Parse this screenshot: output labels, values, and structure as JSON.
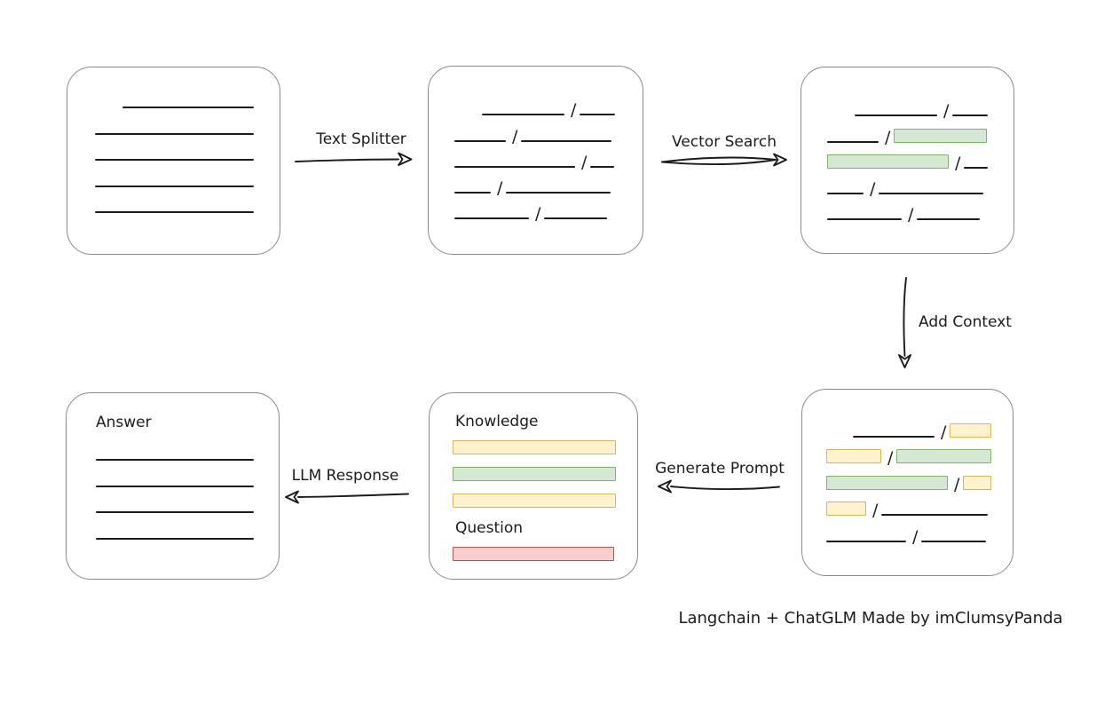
{
  "labels": {
    "text_splitter": "Text Splitter",
    "vector_search": "Vector Search",
    "add_context": "Add Context",
    "generate_prompt": "Generate Prompt",
    "llm_response": "LLM Response",
    "knowledge": "Knowledge",
    "question": "Question",
    "answer": "Answer"
  },
  "footer": {
    "credit": "Langchain + ChatGLM Made by imClumsyPanda"
  },
  "glyphs": {
    "slash": "/"
  },
  "colors": {
    "bg": "#ffffff",
    "line": "#1b1b1b",
    "box_border": "#8a8a8a",
    "green_fill": "#d5e8d4",
    "green_stroke": "#82b366",
    "yellow_fill": "#fff2cc",
    "yellow_stroke": "#d6b656",
    "red_fill": "#f8cecc",
    "red_stroke": "#b85450"
  },
  "boxes": {
    "source_document": {
      "rows": [
        [
          {
            "t": "indent",
            "w": 31
          },
          {
            "t": "line",
            "w": 148
          }
        ],
        [
          {
            "t": "line",
            "w": 179
          }
        ],
        [
          {
            "t": "line",
            "w": 179
          }
        ],
        [
          {
            "t": "line",
            "w": 179
          }
        ],
        [
          {
            "t": "line",
            "w": 179
          }
        ]
      ]
    },
    "split_chunks": {
      "rows": [
        [
          {
            "t": "indent",
            "w": 31
          },
          {
            "t": "line",
            "w": 93
          },
          {
            "t": "slash"
          },
          {
            "t": "line",
            "w": 40
          }
        ],
        [
          {
            "t": "line",
            "w": 58
          },
          {
            "t": "slash"
          },
          {
            "t": "line",
            "w": 102
          }
        ],
        [
          {
            "t": "line",
            "w": 136
          },
          {
            "t": "slash"
          },
          {
            "t": "line",
            "w": 27
          }
        ],
        [
          {
            "t": "line",
            "w": 41
          },
          {
            "t": "slash"
          },
          {
            "t": "line",
            "w": 118
          }
        ],
        [
          {
            "t": "line",
            "w": 84
          },
          {
            "t": "slash"
          },
          {
            "t": "line",
            "w": 71
          }
        ]
      ]
    },
    "vector_matches": {
      "rows": [
        [
          {
            "t": "indent",
            "w": 31
          },
          {
            "t": "line",
            "w": 93
          },
          {
            "t": "slash"
          },
          {
            "t": "line",
            "w": 40
          }
        ],
        [
          {
            "t": "line",
            "w": 58
          },
          {
            "t": "slash"
          },
          {
            "t": "bar",
            "c": "green",
            "w": 105
          }
        ],
        [
          {
            "t": "bar",
            "c": "green",
            "w": 137
          },
          {
            "t": "slash"
          },
          {
            "t": "line",
            "w": 27
          }
        ],
        [
          {
            "t": "line",
            "w": 41
          },
          {
            "t": "slash"
          },
          {
            "t": "line",
            "w": 118
          }
        ],
        [
          {
            "t": "line",
            "w": 84
          },
          {
            "t": "slash"
          },
          {
            "t": "line",
            "w": 71
          }
        ]
      ]
    },
    "context_chunks": {
      "rows": [
        [
          {
            "t": "indent",
            "w": 30
          },
          {
            "t": "line",
            "w": 92
          },
          {
            "t": "slash"
          },
          {
            "t": "bar",
            "c": "yellow",
            "w": 47
          }
        ],
        [
          {
            "t": "bar",
            "c": "yellow",
            "w": 62
          },
          {
            "t": "slash"
          },
          {
            "t": "bar",
            "c": "green",
            "w": 107
          }
        ],
        [
          {
            "t": "bar",
            "c": "green",
            "w": 137
          },
          {
            "t": "slash"
          },
          {
            "t": "bar",
            "c": "yellow",
            "w": 32
          }
        ],
        [
          {
            "t": "bar",
            "c": "yellow",
            "w": 45
          },
          {
            "t": "slash"
          },
          {
            "t": "line",
            "w": 120
          }
        ],
        [
          {
            "t": "line",
            "w": 90
          },
          {
            "t": "slash"
          },
          {
            "t": "line",
            "w": 73
          }
        ]
      ]
    },
    "prompt": {
      "knowledge_bars": [
        {
          "c": "yellow"
        },
        {
          "c": "green"
        },
        {
          "c": "yellow"
        }
      ],
      "question_bar": {
        "c": "red"
      }
    },
    "answer_lines": {
      "rows": [
        [
          {
            "t": "line",
            "w": 178
          }
        ],
        [
          {
            "t": "line",
            "w": 178
          }
        ],
        [
          {
            "t": "line",
            "w": 178
          }
        ],
        [
          {
            "t": "line",
            "w": 178
          }
        ]
      ]
    }
  }
}
